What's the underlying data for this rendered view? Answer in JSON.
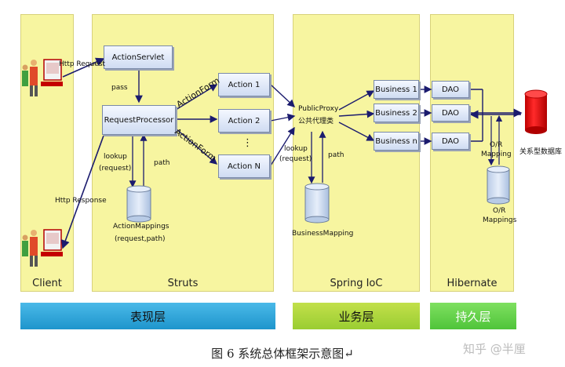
{
  "layers": {
    "client": "Client",
    "struts": "Struts",
    "spring": "Spring IoC",
    "hibernate": "Hibernate"
  },
  "struts": {
    "action_servlet": "ActionServlet",
    "request_processor": "RequestProcessor",
    "action_1": "Action 1",
    "action_2": "Action 2",
    "action_n": "Action N",
    "ellipsis": "⋮",
    "action_form_top": "ActionForm",
    "action_form_bottom": "ActionForm",
    "pass": "pass",
    "lookup": "lookup",
    "lookup_request": "(request)",
    "path": "path",
    "mappings": "ActionMappings",
    "mappings_args": "(request,path)"
  },
  "client": {
    "http_request": "Http Request",
    "http_response": "Http Response"
  },
  "spring": {
    "proxy": "PublicProxy",
    "proxy_cn": "公共代理类",
    "business_1": "Business 1",
    "business_2": "Business 2",
    "business_n": "Business n",
    "lookup": "lookup",
    "lookup_request": "(request)",
    "path": "path",
    "mapping": "BusinessMapping"
  },
  "hibernate": {
    "dao": "DAO",
    "or_mapping_top_1": "O/R",
    "or_mapping_top_2": "Mapping",
    "or_mapping_bottom_1": "O/R",
    "or_mapping_bottom_2": "Mappings"
  },
  "database": {
    "label": "关系型数据库"
  },
  "bands": {
    "presentation": "表现层",
    "business": "业务层",
    "persistence": "持久层"
  },
  "caption": "图 6 系统总体框架示意图↵",
  "watermark": "知乎 @半厘",
  "colors": {
    "panel": "#f7f5a0",
    "band_blue": "#2aa3d8",
    "band_green": "#9acd32",
    "band_green2": "#7ccf4a",
    "arrow": "#1b1b6e",
    "db_red": "#e31010"
  }
}
